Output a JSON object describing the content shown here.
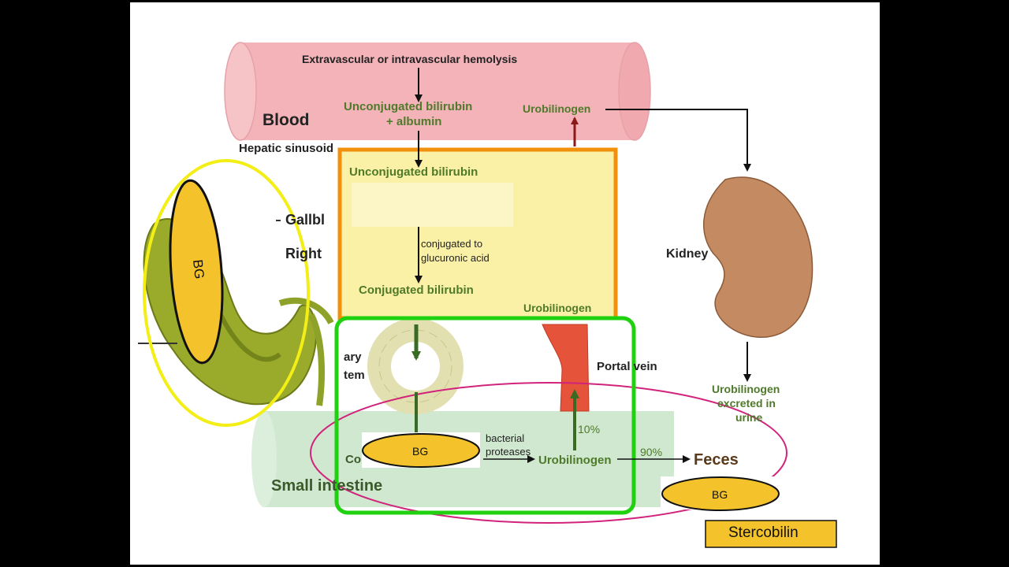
{
  "diagram": {
    "blood_event": "Extravascular or intravascular hemolysis",
    "blood_label": "Blood",
    "unconj_albumin_line1": "Unconjugated bilirubin",
    "unconj_albumin_line2": "+ albumin",
    "urobilinogen_blood": "Urobilinogen",
    "hepatic_sinusoid": "Hepatic sinusoid",
    "liver_unconj": "Unconjugated bilirubin",
    "conj_step_line1": "conjugated to",
    "conj_step_line2": "glucuronic acid",
    "liver_conj": "Conjugated bilirubin",
    "liver_urobilinogen": "Urobilinogen",
    "gallbladder": "Gallbl",
    "right_label": "Right",
    "biliary_line1": "ary",
    "biliary_line2": "tem",
    "portal_vein": "Portal vein",
    "kidney": "Kidney",
    "urine_line1": "Urobilinogen",
    "urine_line2": "excreted in",
    "urine_line3": "urine",
    "bacterial_line1": "bacterial",
    "bacterial_line2": "proteases",
    "intestine_urobilinogen": "Urobilinogen",
    "pct_10": "10%",
    "pct_90": "90%",
    "feces": "Feces",
    "small_intestine": "Small intestine",
    "co_fragment": "Co",
    "bg_gallbladder": "BG",
    "bg_intestine": "BG",
    "bg_feces": "BG",
    "stercobilin": "Stercobilin"
  },
  "colors": {
    "blood_vessel": "#f3b3b8",
    "liver_box": "#fbf1a6",
    "liver_outline": "#f0900c",
    "intestine_outline": "#1fd10e",
    "gallbladder_circle": "#f2ee16",
    "bg_fill": "#f4c22a",
    "kidney": "#c48a62",
    "portal_vein": "#e4533a",
    "intestine": "#cfe8cf",
    "label_green": "#4e7a2a",
    "magenta_ellipse": "#d1237c"
  }
}
